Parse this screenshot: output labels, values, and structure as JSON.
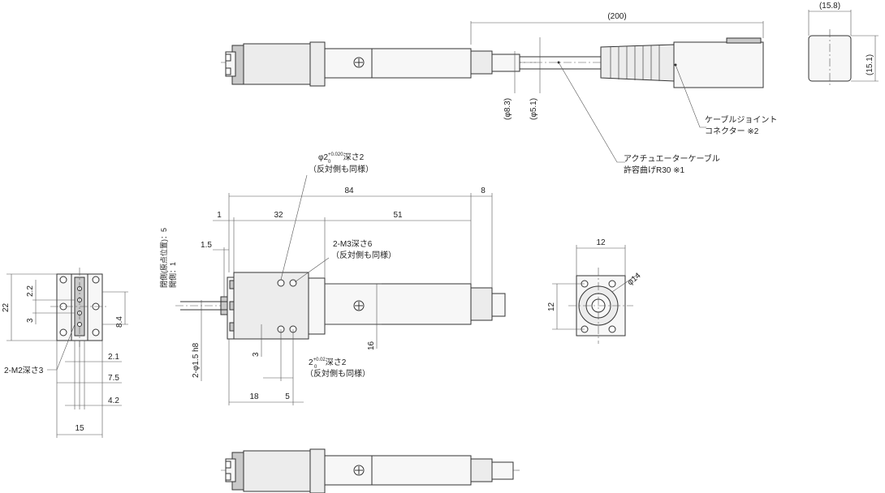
{
  "labels": {
    "top_cable_len": "(200)",
    "phi83": "(φ8.3)",
    "phi51": "(φ5.1)",
    "conn_w": "(15.8)",
    "conn_h": "(15.1)",
    "connector_l1": "ケーブルジョイント",
    "connector_l2": "コネクター ※2",
    "cable_l1": "アクチュエーターケーブル",
    "cable_l2": "許容曲げR30 ※1",
    "pin_top_l1": "φ2",
    "pin_top_tol_up": "+0.020",
    "pin_top_tol_dn": "0",
    "pin_top_l1b": "深さ2",
    "pin_top_l2": "（反対側も同様）",
    "d84": "84",
    "d8": "8",
    "d1": "1",
    "d32": "32",
    "d51": "51",
    "d15a": "1.5",
    "m3_l1": "2-M3深さ6",
    "m3_l2": "（反対側も同様）",
    "stroke_l1": "閉側(原点位置)：5",
    "stroke_l2": "開側：1",
    "d16": "16",
    "d3b": "3",
    "h8": "2-φ1.5 h8",
    "pin_bot_l1": "2",
    "pin_bot_tol_up": "+0.02",
    "pin_bot_tol_dn": "0",
    "pin_bot_l1b": "深さ2",
    "pin_bot_l2": "（反対側も同様）",
    "d18": "18",
    "d5": "5",
    "d22": "22",
    "d22s": "2.2",
    "d3": "3",
    "d84s": "8.4",
    "m2": "2-M2深さ3",
    "d21": "2.1",
    "d75": "7.5",
    "d42": "4.2",
    "d15": "15",
    "d12a": "12",
    "d12b": "12",
    "phi14": "φ14"
  }
}
